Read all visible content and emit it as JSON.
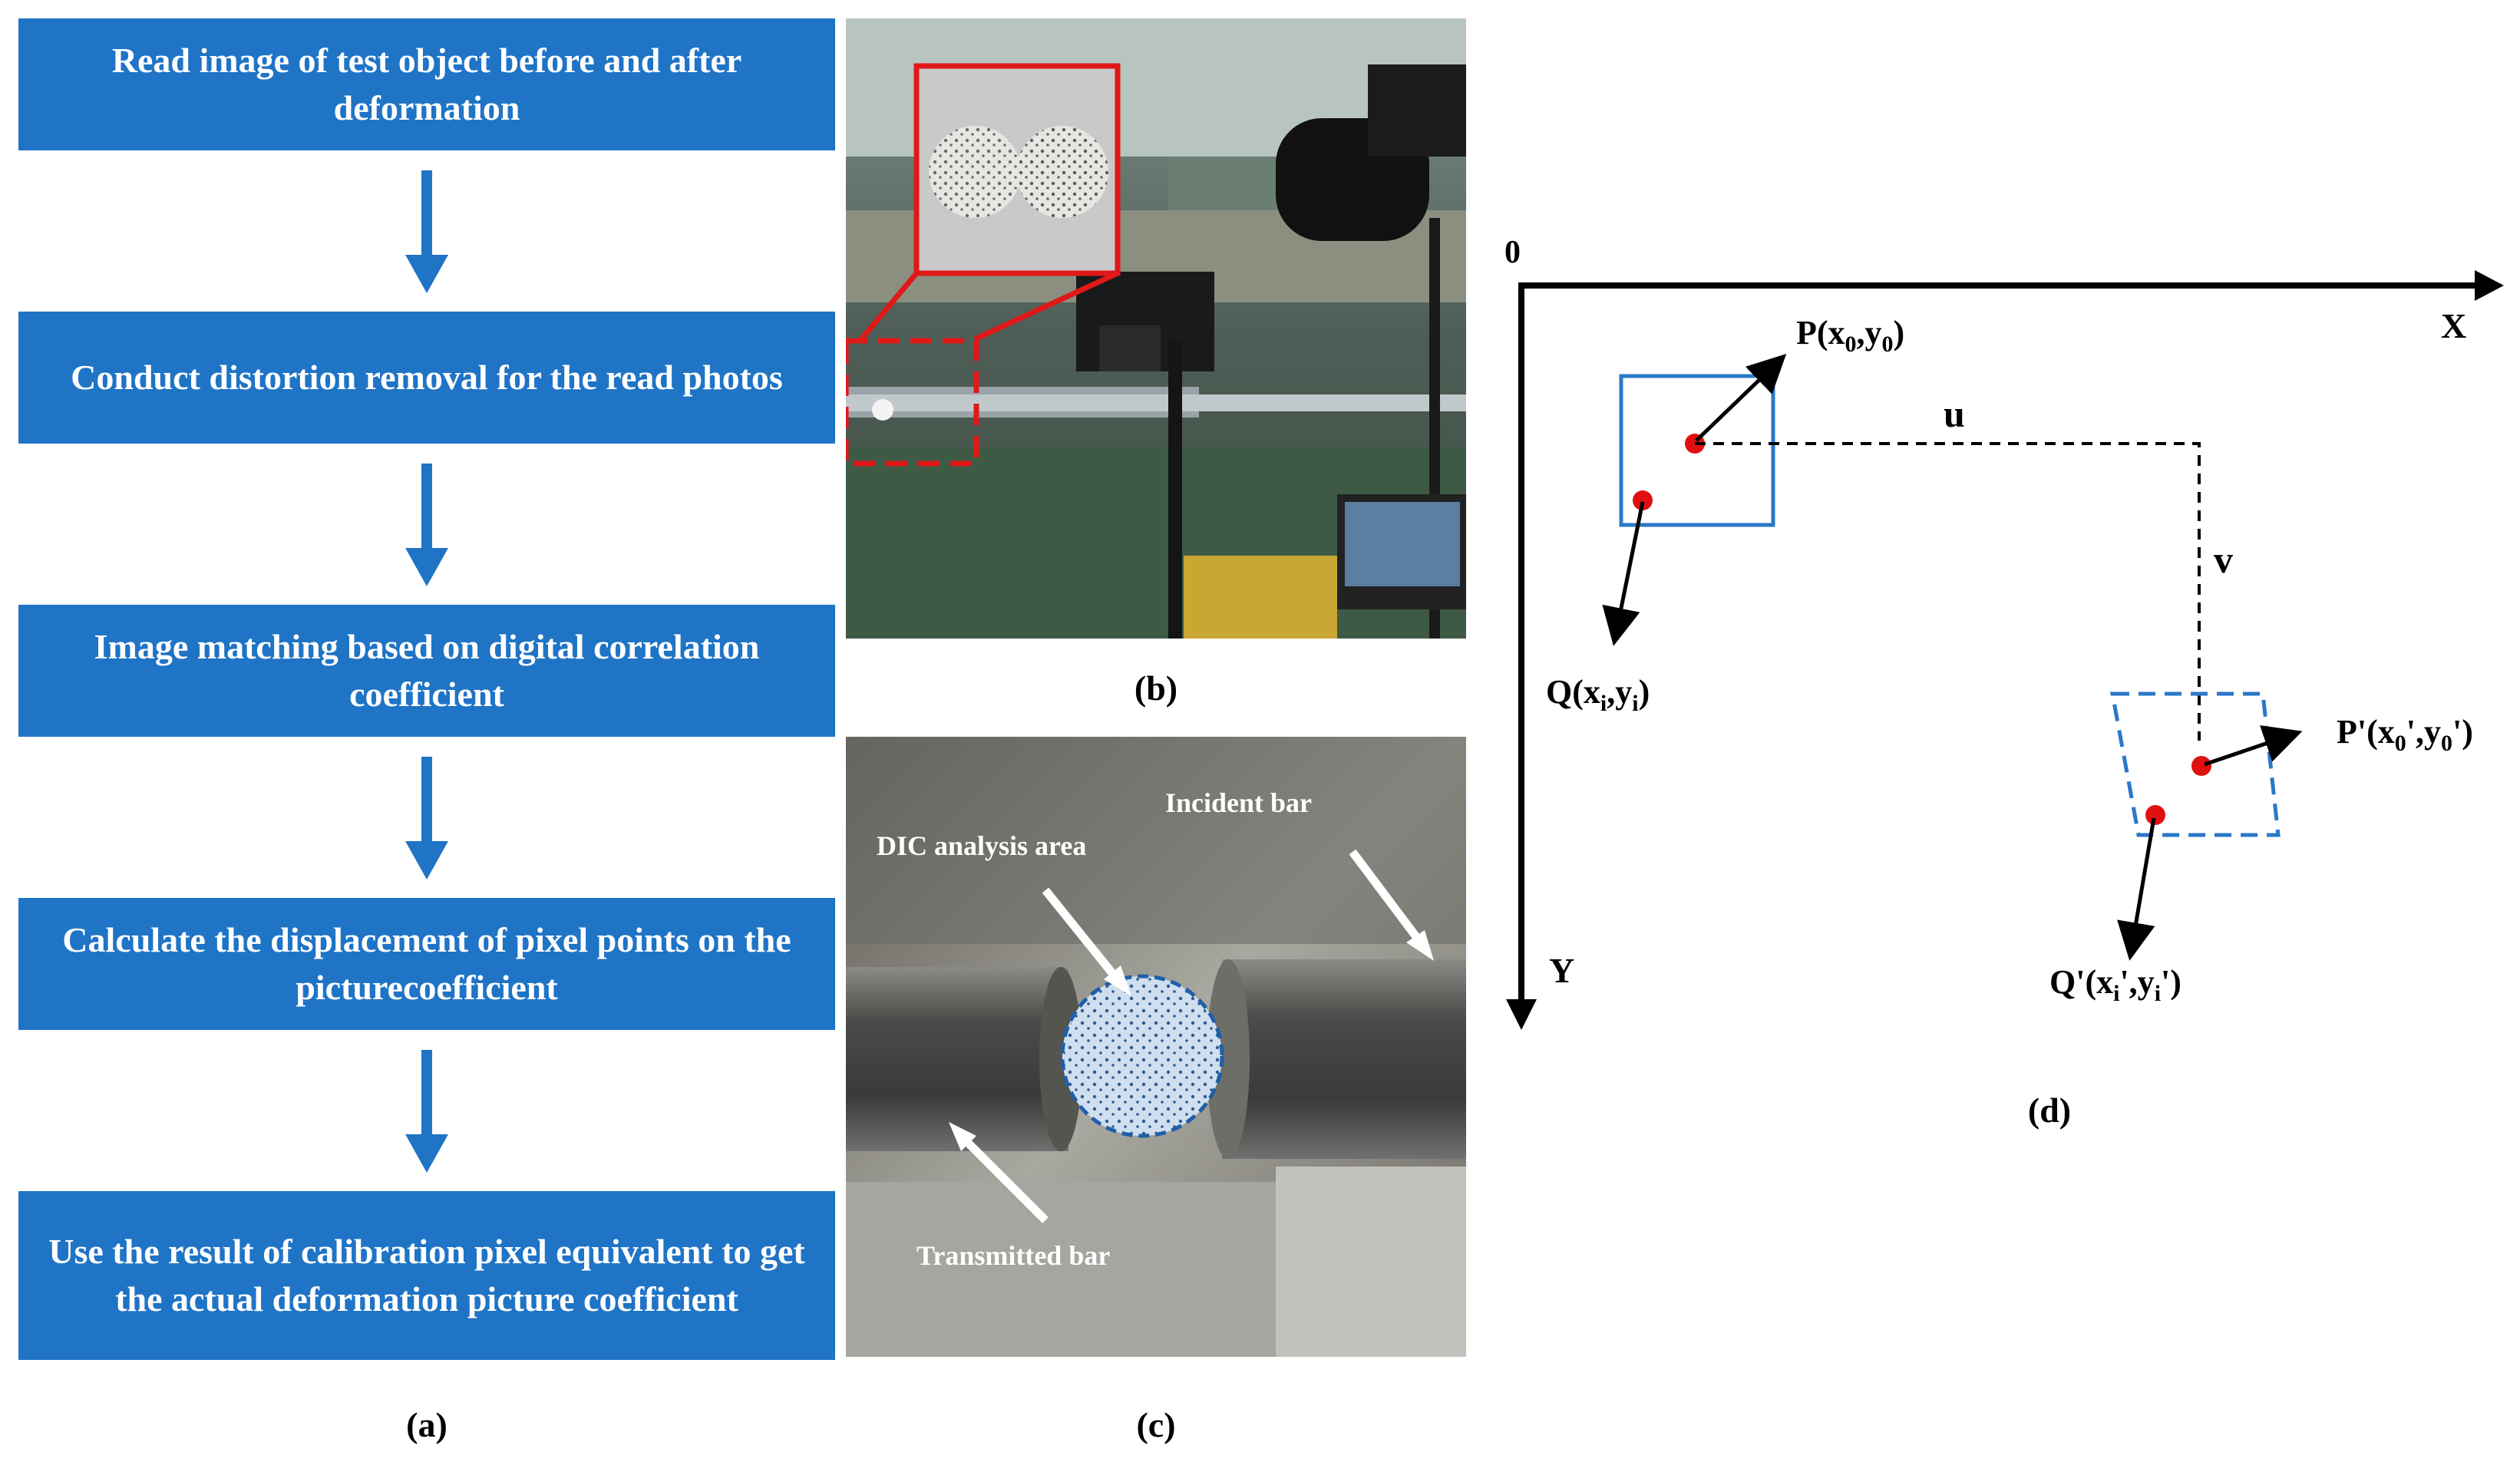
{
  "flowchart": {
    "steps": [
      "Read image of test object before and after deformation",
      "Conduct distortion removal for the read photos",
      "Image matching based on digital correlation coefficient",
      "Calculate the displacement of pixel points on the picturecoefficient",
      "Use the result of calibration pixel equivalent to get the actual deformation picture coefficient"
    ],
    "label": "(a)"
  },
  "photo_b": {
    "label": "(b)"
  },
  "photo_c": {
    "label": "(c)",
    "annotations": {
      "dic_area": "DIC analysis area",
      "incident_bar": "Incident bar",
      "transmitted_bar": "Transmitted bar"
    }
  },
  "diagram_d": {
    "label": "(d)",
    "origin": "0",
    "x_axis": "X",
    "y_axis": "Y",
    "u": "u",
    "v": "v",
    "points": {
      "P": "P(x",
      "P_sub0": "0",
      "P_mid": ",y",
      "P_sub1": "0",
      "P_end": ")",
      "Q": "Q(x",
      "Q_sub0": "i",
      "Q_mid": ",y",
      "Q_sub1": "i",
      "Q_end": ")",
      "P2": "P'(x",
      "P2_sub0": "0",
      "P2_mid": "',y",
      "P2_sub1": "0",
      "P2_end": "')",
      "Q2": "Q'(x",
      "Q2_sub0": "i",
      "Q2_mid": "',y",
      "Q2_sub1": "i",
      "Q2_end": "')"
    }
  },
  "colors": {
    "step_fill": "#1f74c6",
    "arrow": "#1f74c6",
    "point": "#e11010",
    "subset_box": "#2a78c8",
    "highlight": "#e01818"
  }
}
